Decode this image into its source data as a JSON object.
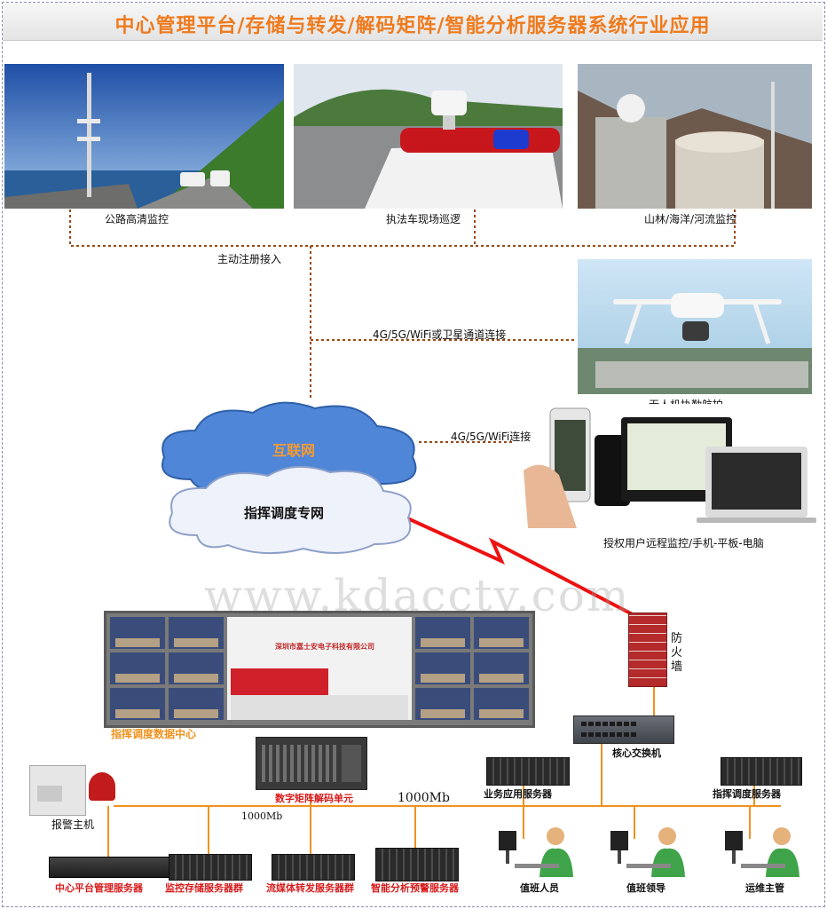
{
  "title": "中心管理平台/存储与转发/解码矩阵/智能分析服务器系统行业应用",
  "scenes": {
    "highway": "公路高清监控",
    "police_car": "执法车现场巡逻",
    "forest": "山林/海洋/河流监控",
    "drone": "无人机执勤航拍",
    "mobile": "授权用户远程监控/手机-平板-电脑"
  },
  "links": {
    "register": "主动注册接入",
    "satellite": "4G/5G/WiFi或卫星通道连接",
    "wifi": "4G/5G/WiFi连接"
  },
  "cloud": {
    "internet": "互联网",
    "command_net": "指挥调度专网"
  },
  "watermark": "www.kdacctv.com",
  "firewall": "防火墙",
  "command_center": "指挥调度数据中心",
  "matrix_unit": "数字矩阵解码单元",
  "core_switch": "核心交换机",
  "bandwidth_top": "1000Mb",
  "bandwidth_left": "1000Mb",
  "alarm_host": "报警主机",
  "business_server": "业务应用服务器",
  "dispatch_server": "指挥调度服务器",
  "bottom_servers": [
    "中心平台管理服务器",
    "监控存储服务器群",
    "流媒体转发服务器群",
    "智能分析预警服务器"
  ],
  "staff": [
    "值班人员",
    "值班领导",
    "运维主管"
  ],
  "company_sign": "深圳市嘉士安电子科技有限公司",
  "colors": {
    "title": "#ef7b1e",
    "bus": "#f0921e",
    "dotted": "#9a4a14",
    "red_label": "#d81b1b",
    "lightning": "#ee1111"
  }
}
